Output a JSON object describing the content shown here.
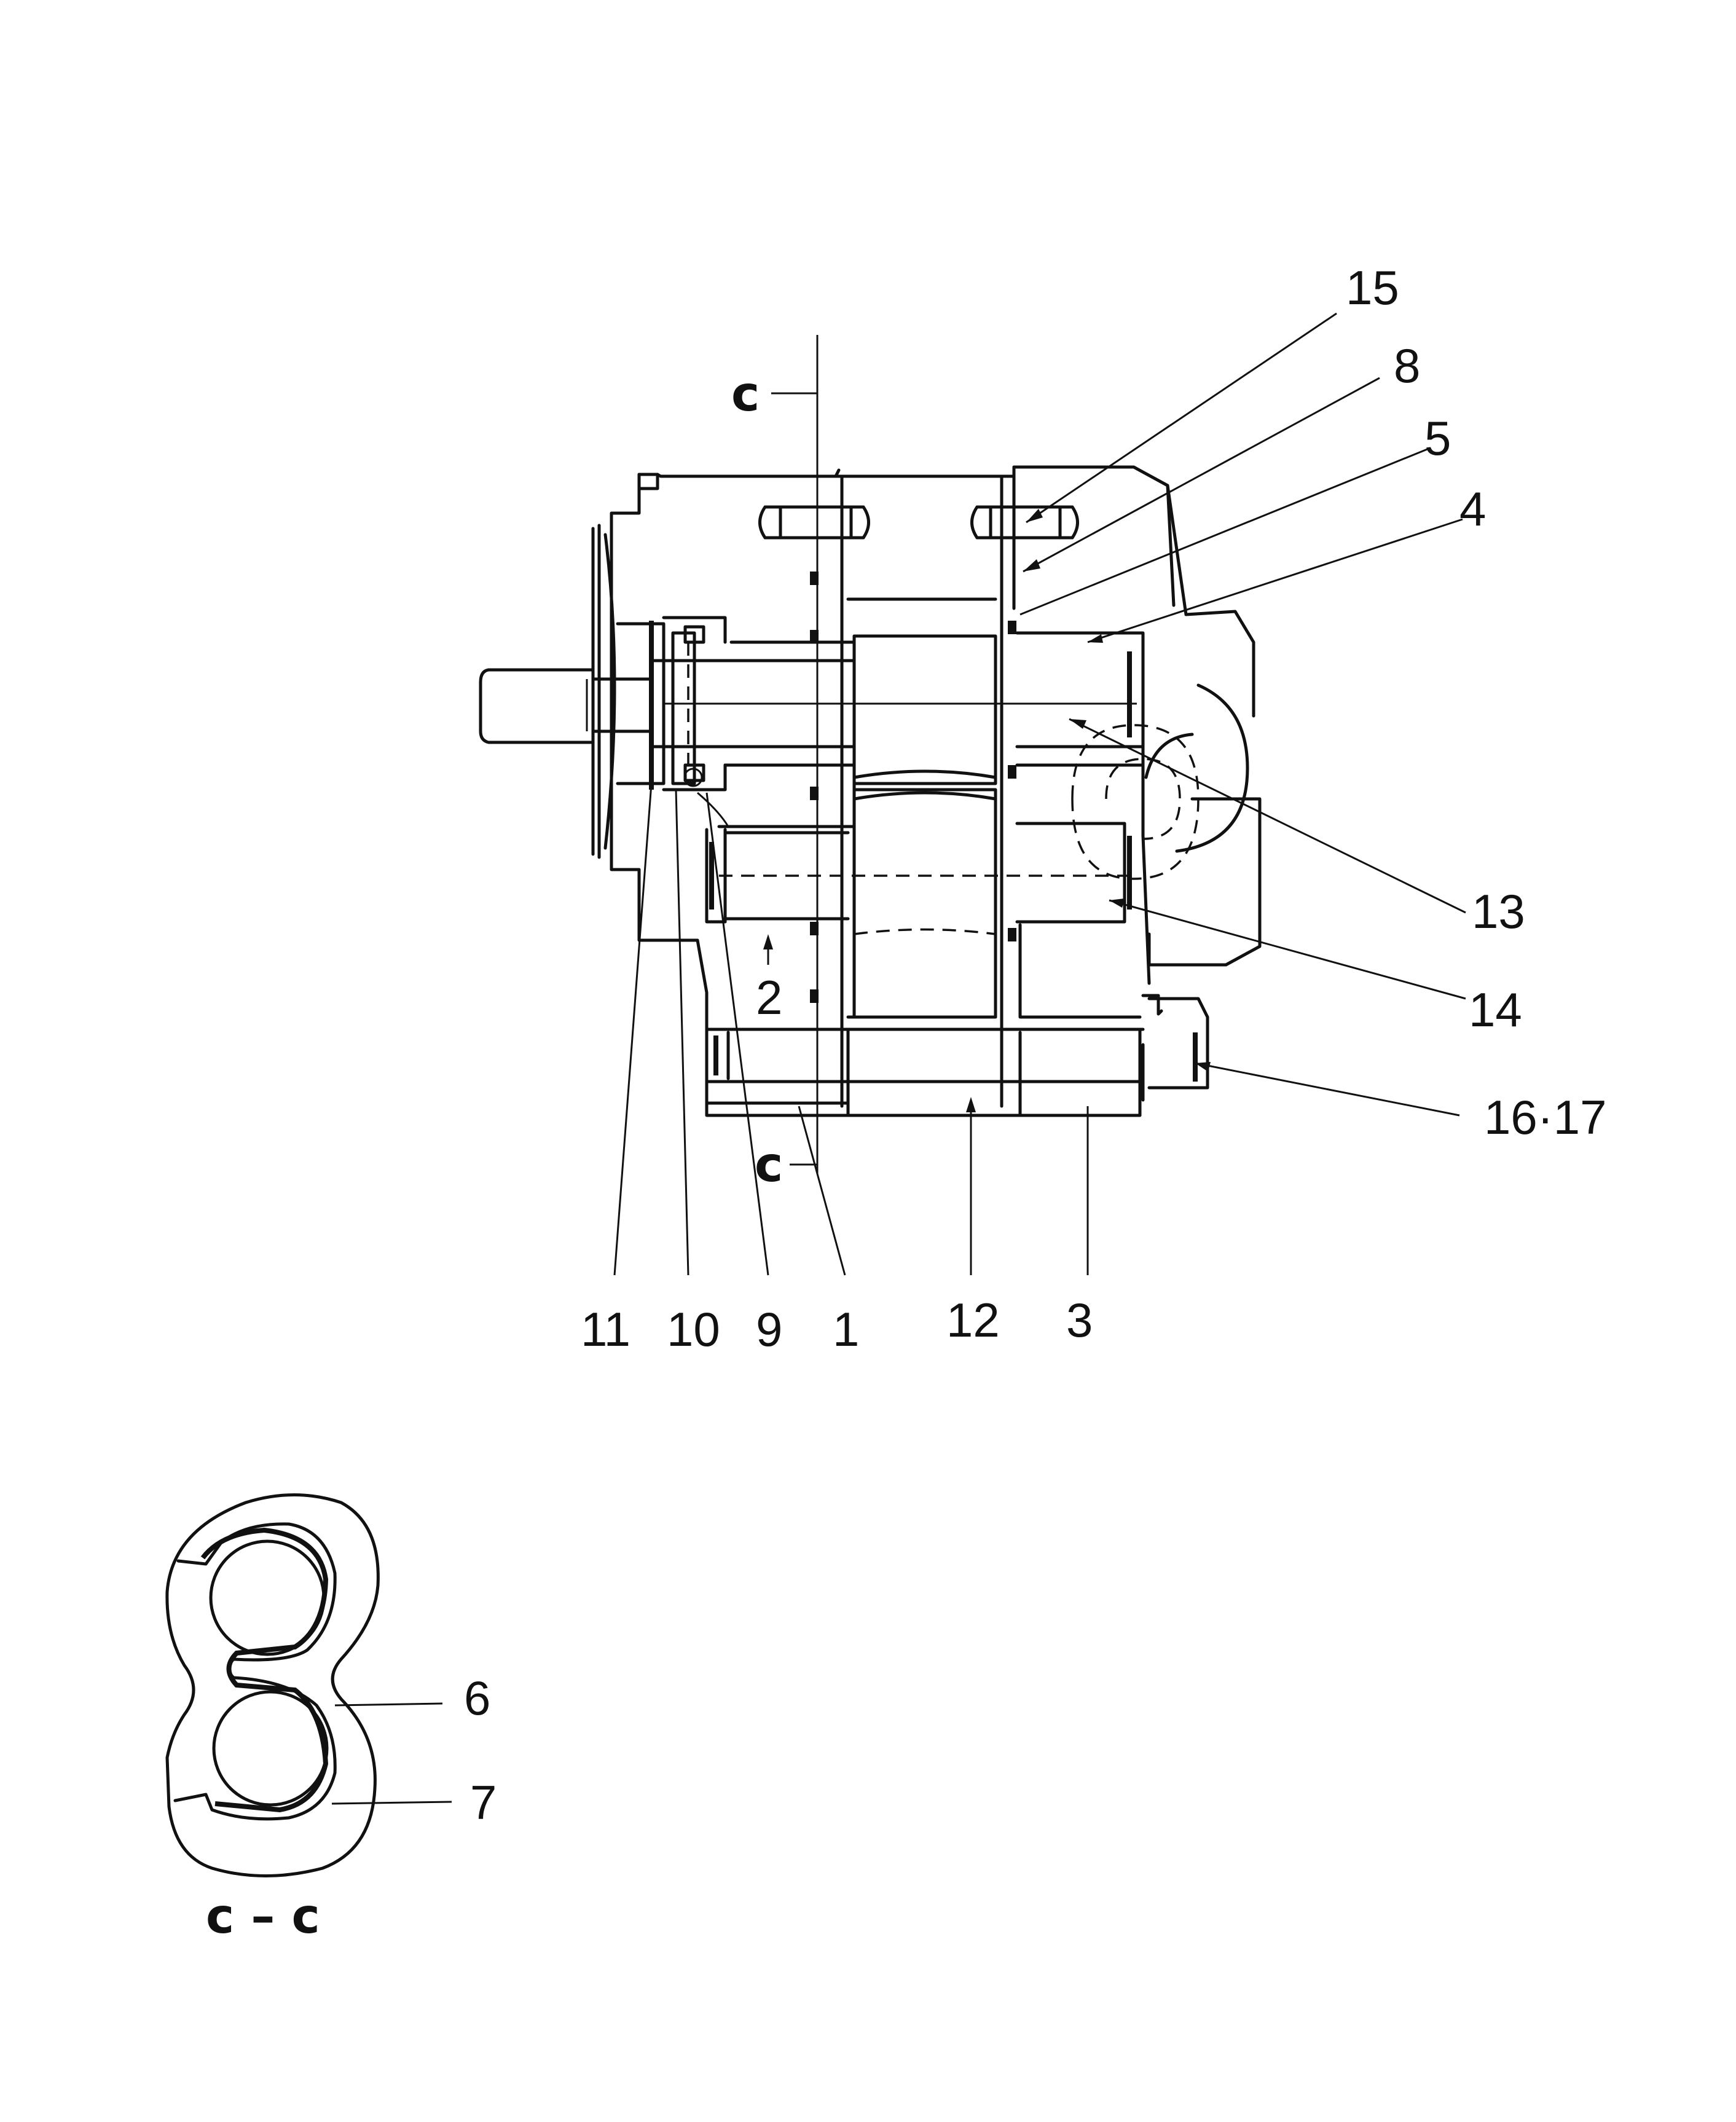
{
  "section_marker": "c",
  "section_title": "c – c",
  "callouts": [
    {
      "id": "15",
      "label": "15"
    },
    {
      "id": "8",
      "label": "8"
    },
    {
      "id": "5",
      "label": "5"
    },
    {
      "id": "4",
      "label": "4"
    },
    {
      "id": "13",
      "label": "13"
    },
    {
      "id": "14",
      "label": "14"
    },
    {
      "id": "16-17",
      "label": "16·17"
    },
    {
      "id": "2",
      "label": "2"
    },
    {
      "id": "11",
      "label": "11"
    },
    {
      "id": "10",
      "label": "10"
    },
    {
      "id": "9",
      "label": "9"
    },
    {
      "id": "1",
      "label": "1"
    },
    {
      "id": "12",
      "label": "12"
    },
    {
      "id": "3",
      "label": "3"
    },
    {
      "id": "6",
      "label": "6"
    },
    {
      "id": "7",
      "label": "7"
    }
  ]
}
